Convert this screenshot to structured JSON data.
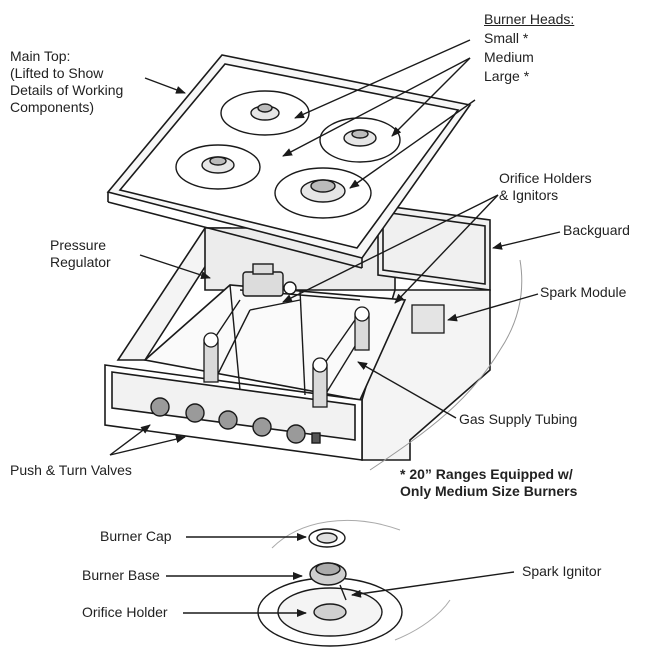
{
  "labels": {
    "main_top": "Main Top:\n(Lifted to Show\nDetails  of Working\nComponents)",
    "burner_heads_title": "Burner Heads:",
    "burner_small": "Small  *",
    "burner_medium": "Medium",
    "burner_large": "Large  *",
    "orifice_holders_ignitors": "Orifice Holders\n& Ignitors",
    "backguard": "Backguard",
    "pressure_regulator": "Pressure\nRegulator",
    "spark_module": "Spark Module",
    "gas_supply_tubing": "Gas Supply Tubing",
    "push_turn_valves": "Push & Turn Valves",
    "note_20in": "* 20” Ranges Equipped w/\nOnly Medium Size Burners",
    "burner_cap": "Burner Cap",
    "burner_base": "Burner Base",
    "spark_ignitor": "Spark Ignitor",
    "orifice_holder": "Orifice Holder"
  },
  "colors": {
    "line": "#1a1a1a",
    "fill_light": "#f2f2f2",
    "fill_mid": "#d8d8d8"
  }
}
